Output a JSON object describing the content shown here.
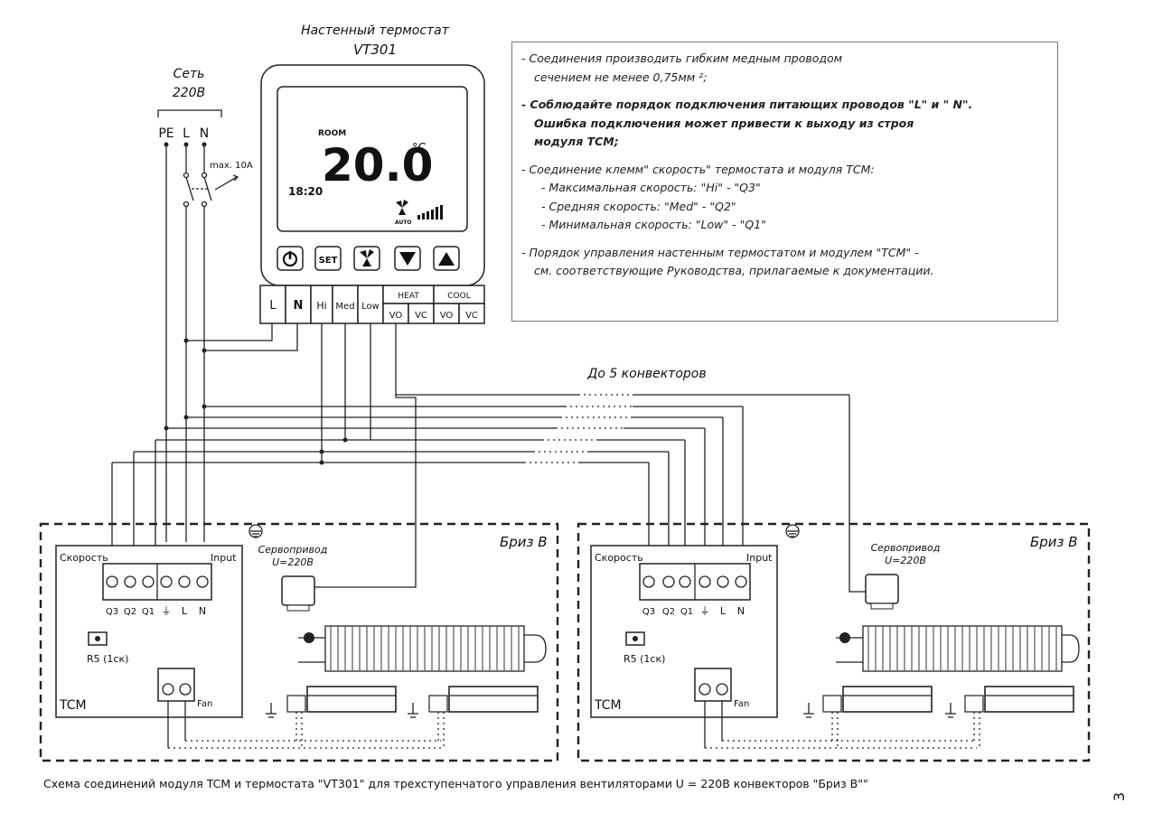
{
  "thermostat": {
    "title_line1": "Настенный термостат",
    "title_line2": "VT301",
    "room_label": "ROOM",
    "temperature": "20.0",
    "unit": "°C",
    "clock": "18:20",
    "auto_label": "AUTO",
    "buttons": {
      "power": "power",
      "set": "SET",
      "fan": "fan",
      "down": "down",
      "up": "up"
    },
    "terminals": {
      "L": "L",
      "N": "N",
      "Hi": "Hi",
      "Med": "Med",
      "Low": "Low",
      "heat": "HEAT",
      "cool": "COOL",
      "vo1": "VO",
      "vc1": "VC",
      "vo2": "VO",
      "vc2": "VC"
    }
  },
  "mains": {
    "title_line1": "Сеть",
    "title_line2": "220В",
    "pe": "PE",
    "l": "L",
    "n": "N",
    "breaker_label": "max. 10A"
  },
  "notes": [
    {
      "text": "- Соединения производить гибким медным проводом",
      "bold": false,
      "indent": 0
    },
    {
      "text": "сечением не менее 0,75мм ²;",
      "bold": false,
      "indent": 1
    },
    {
      "text": "",
      "gap": true
    },
    {
      "text": "- Соблюдайте порядок подключения питающих проводов \"L\" и \" N\".",
      "bold": true,
      "indent": 0
    },
    {
      "text": "Ошибка подключения может привести к выходу из строя",
      "bold": true,
      "indent": 1
    },
    {
      "text": "модуля TCM;",
      "bold": true,
      "indent": 1
    },
    {
      "text": "",
      "gap": true
    },
    {
      "text": "- Соединение клемм\" скорость\" термостата и модуля TCM:",
      "bold": false,
      "indent": 0
    },
    {
      "text": "- Максимальная скорость: \"Hi\" - \"Q3\"",
      "bold": false,
      "indent": 2
    },
    {
      "text": "- Средняя скорость: \"Med\" - \"Q2\"",
      "bold": false,
      "indent": 2
    },
    {
      "text": "- Минимальная скорость: \"Low\" - \"Q1\"",
      "bold": false,
      "indent": 2
    },
    {
      "text": "",
      "gap": true
    },
    {
      "text": "- Порядок управления настенным термостатом и модулем \"TCM\" -",
      "bold": false,
      "indent": 0
    },
    {
      "text": "см. соответствующие Руководства, прилагаемые к документации.",
      "bold": false,
      "indent": 1
    }
  ],
  "connector_note": "До 5 конвекторов",
  "units": [
    {
      "name": "Бриз В",
      "servo_line1": "Сервопривод",
      "servo_line2": "U=220В",
      "speed_label": "Скорость",
      "input_label": "Input",
      "terminals": [
        "Q3",
        "Q2",
        "Q1",
        "⏚",
        "L",
        "N"
      ],
      "resistor": "R5 (1ск)",
      "module": "TCM",
      "fan": "Fan"
    },
    {
      "name": "Бриз В",
      "servo_line1": "Сервопривод",
      "servo_line2": "U=220В",
      "speed_label": "Скорость",
      "input_label": "Input",
      "terminals": [
        "Q3",
        "Q2",
        "Q1",
        "⏚",
        "L",
        "N"
      ],
      "resistor": "R5 (1ск)",
      "module": "TCM",
      "fan": "Fan"
    }
  ],
  "caption": "Схема соединений модуля TCM и термостата \"VT301\" для трехступенчатого управления вентиляторами  U = 220В конвекторов \"Бриз В\"\"",
  "page_number": "3"
}
